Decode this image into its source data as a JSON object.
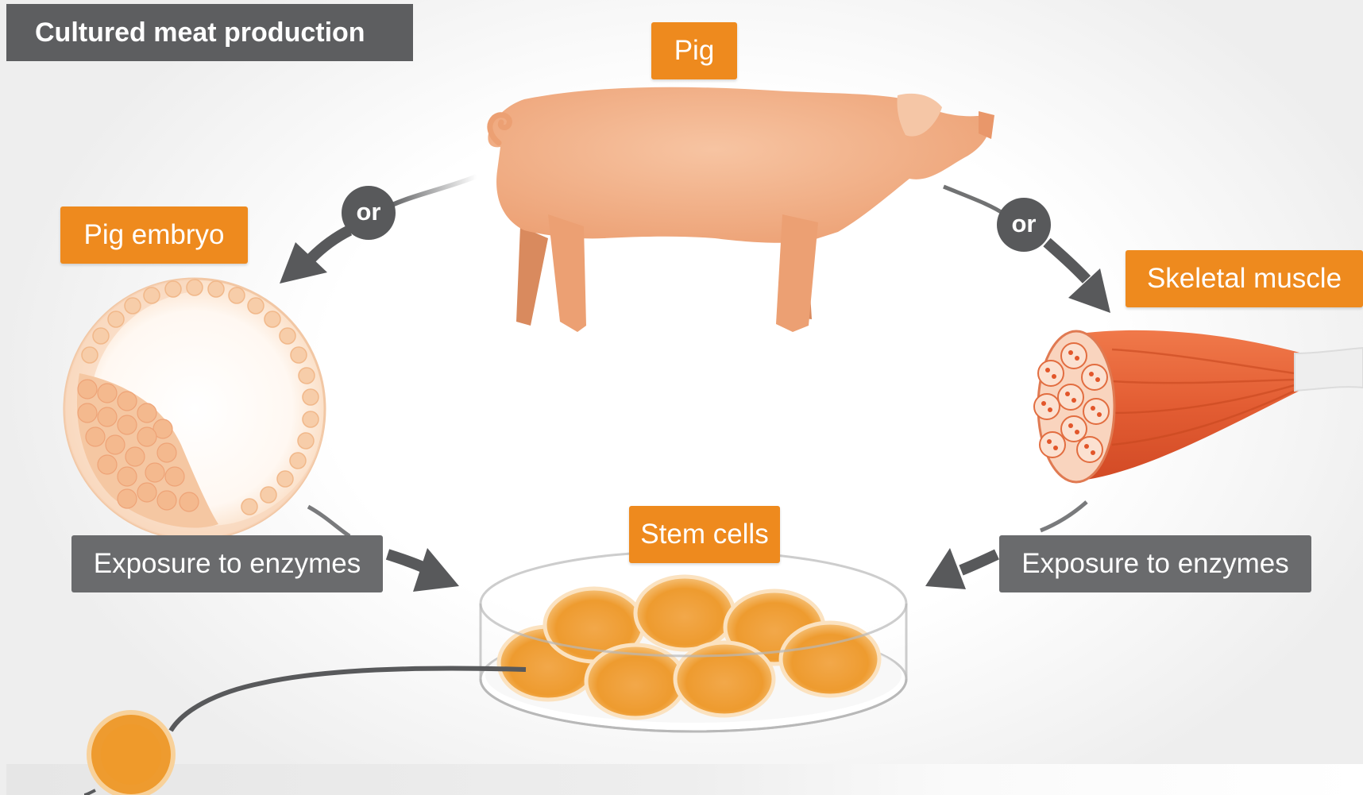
{
  "title": "Cultured meat production",
  "labels": {
    "pig": "Pig",
    "pig_embryo": "Pig embryo",
    "skeletal_muscle": "Skeletal muscle",
    "stem_cells": "Stem cells",
    "exposure_left": "Exposure to enzymes",
    "exposure_right": "Exposure to enzymes",
    "or_left": "or",
    "or_right": "or"
  },
  "colors": {
    "tag_orange": "#ee8a1e",
    "tag_gray": "#6a6b6d",
    "title_gray": "#5d5e60",
    "pig_pink": "#efa77b",
    "muscle_red": "#e35d33",
    "cell_orange": "#f0a33a",
    "arrow_gray": "#58595b"
  }
}
